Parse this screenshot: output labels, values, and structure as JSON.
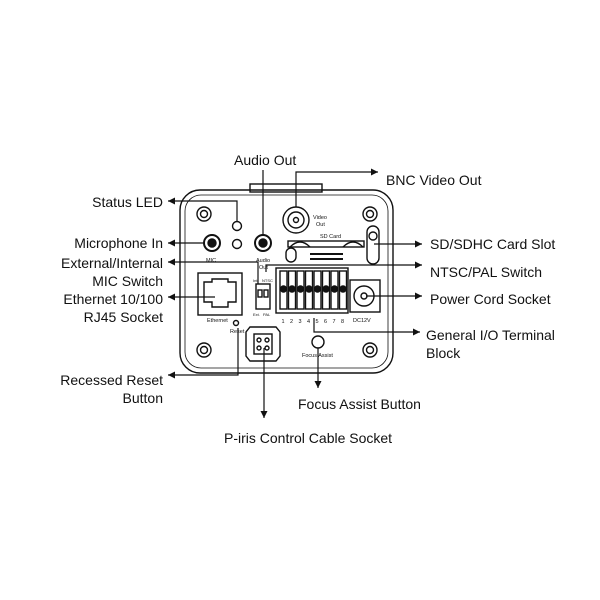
{
  "labels": {
    "audio_out": "Audio Out",
    "bnc_video_out": "BNC Video Out",
    "status_led": "Status LED",
    "microphone_in": "Microphone In",
    "mic_switch_line1": "External/Internal",
    "mic_switch_line2": "MIC Switch",
    "ethernet_line1": "Ethernet 10/100",
    "ethernet_line2": "RJ45 Socket",
    "reset_line1": "Recessed Reset",
    "reset_line2": "Button",
    "piris": "P-iris Control Cable Socket",
    "focus_assist": "Focus Assist Button",
    "sd_slot": "SD/SDHC Card Slot",
    "ntsc_pal": "NTSC/PAL Switch",
    "power": "Power Cord Socket",
    "gio_line1": "General I/O Terminal",
    "gio_line2": "Block"
  },
  "device": {
    "video_out_line1": "Video",
    "video_out_line2": "Out",
    "sd_card": "SD Card",
    "mic": "MIC",
    "audio_line1": "Audio",
    "audio_line2": "Out",
    "int": "Int.",
    "ntsc": "NTSC",
    "ext": "Ext.",
    "pal": "PAL",
    "ethernet": "Ethernet",
    "reset": "Reset",
    "terminals": [
      "1",
      "2",
      "3",
      "4",
      "5",
      "6",
      "7",
      "8"
    ],
    "dc12v": "DC12V",
    "focus_assist": "Focus Assist"
  }
}
